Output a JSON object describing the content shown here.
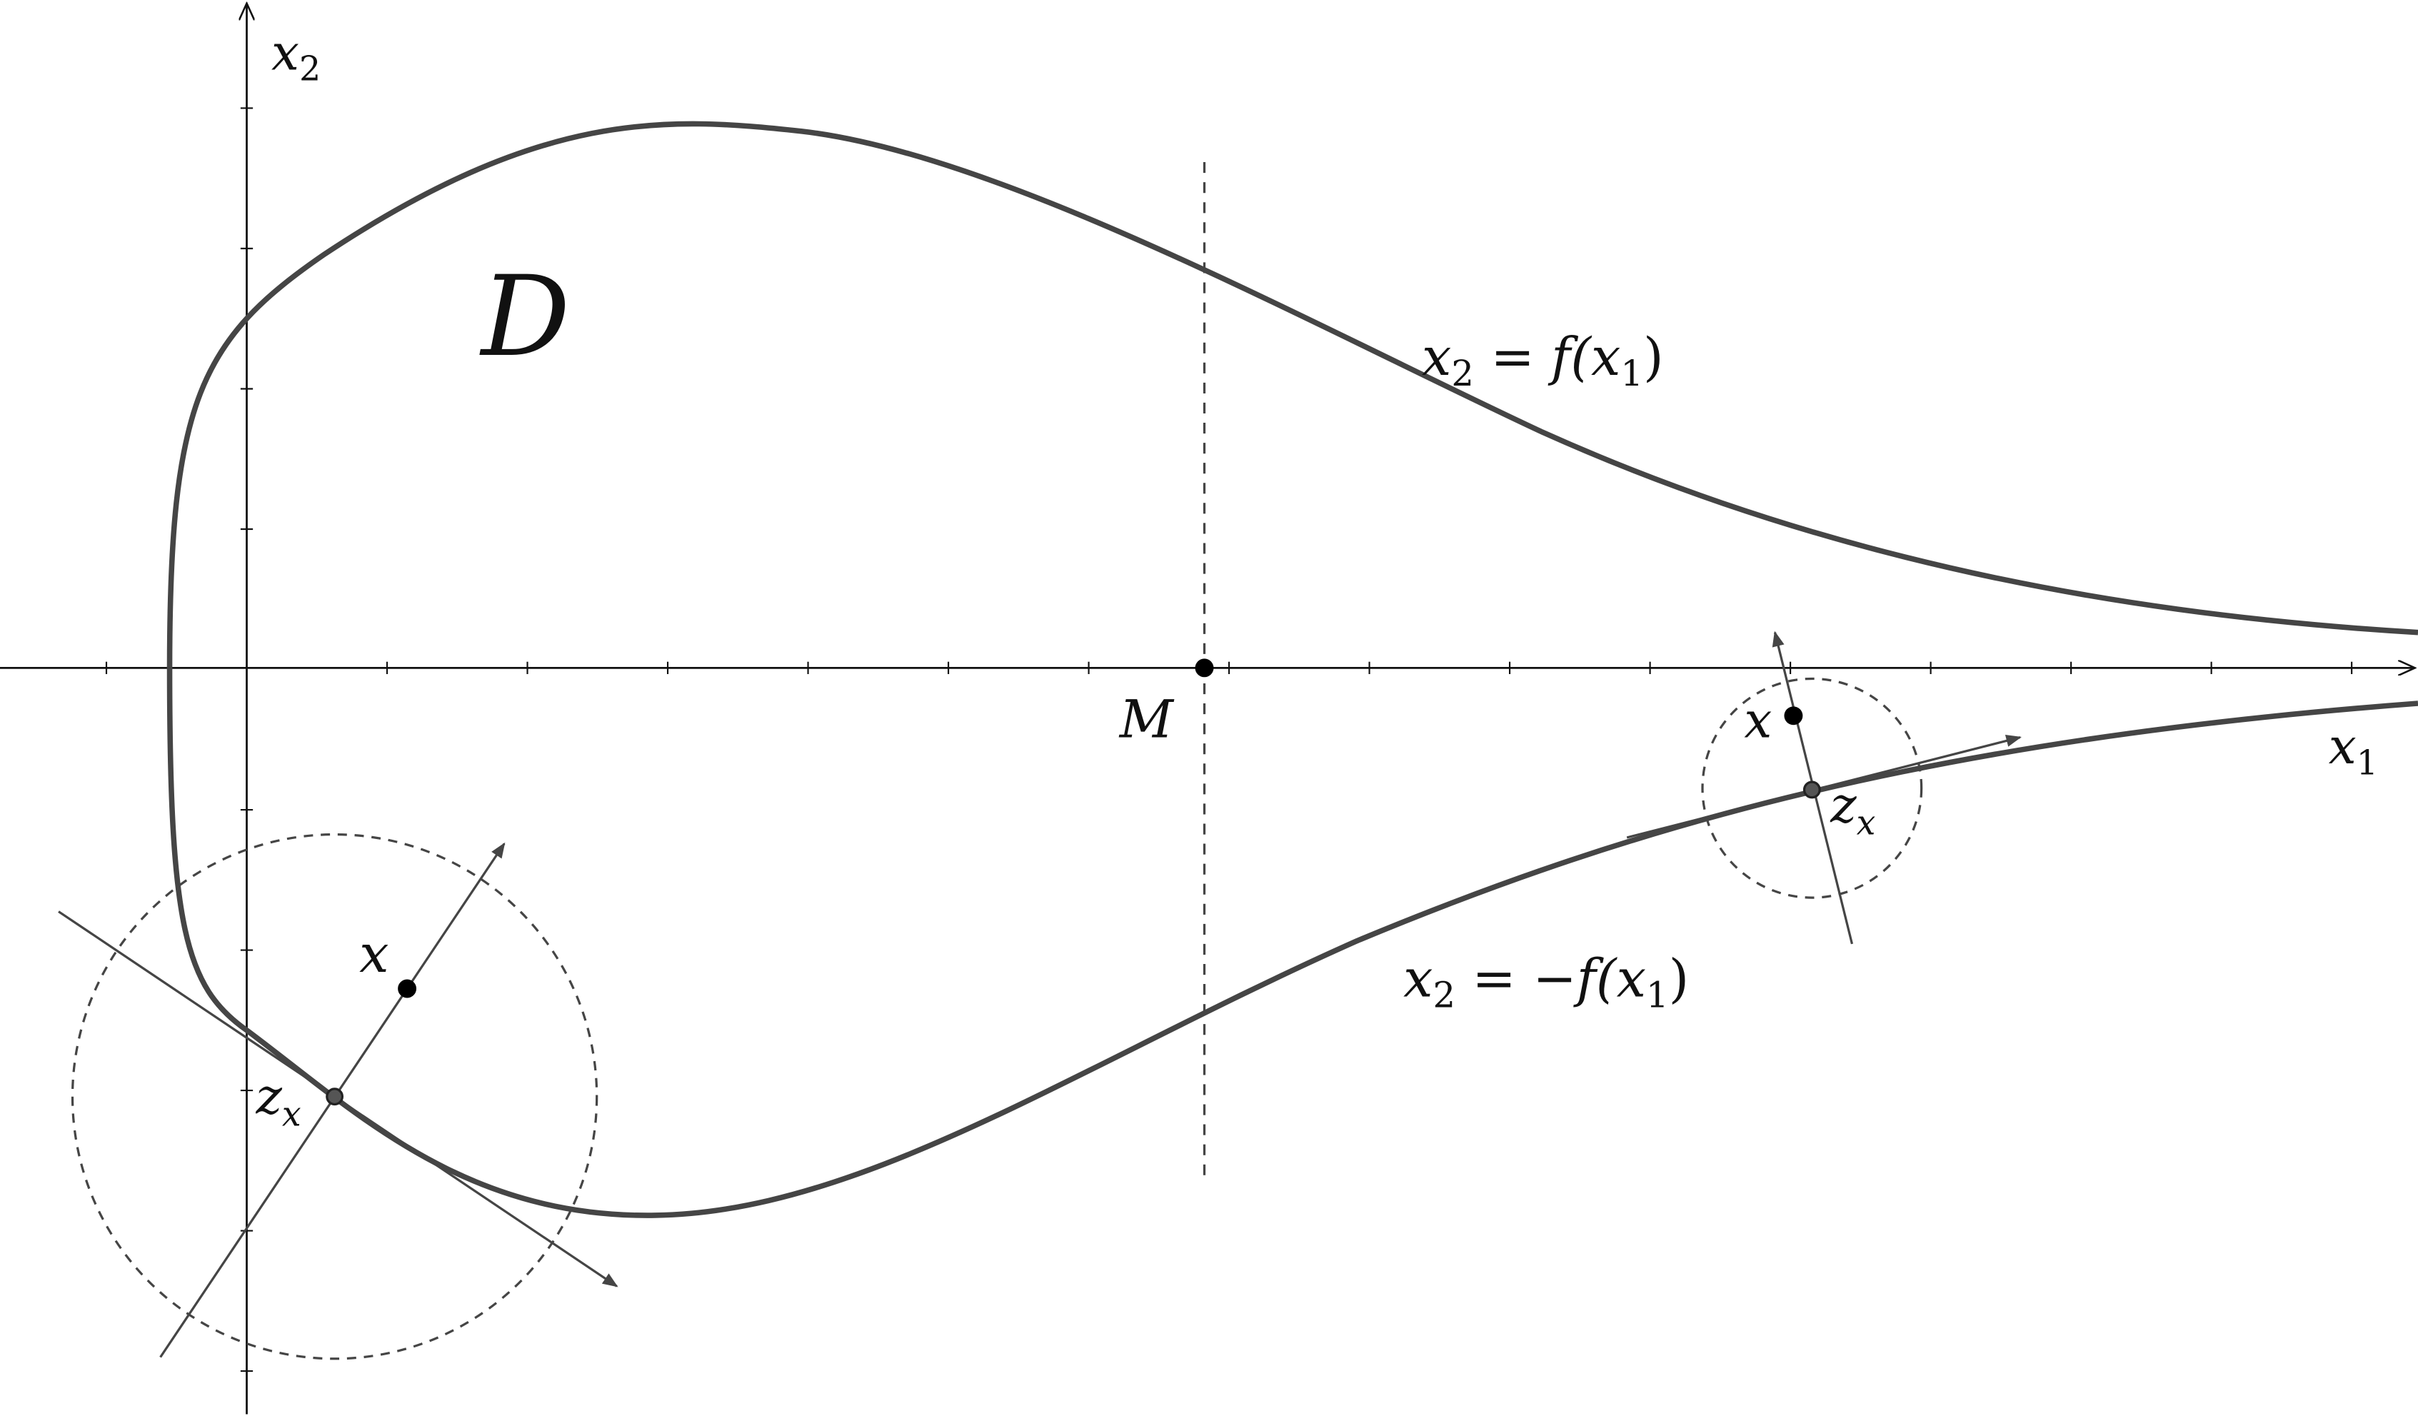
{
  "colors": {
    "curve": "#454545",
    "axis": "#111111",
    "dashed": "#454545",
    "point": "#000000",
    "foot_point": "#555555"
  },
  "axes": {
    "x_label": {
      "main": "x",
      "sub": "1"
    },
    "y_label": {
      "main": "x",
      "sub": "2"
    }
  },
  "region_label": "D",
  "point_M_label": "M",
  "upper_curve_label": {
    "lhs_main": "x",
    "lhs_sub": "2",
    "rhs": " = f(x",
    "rhs_sub": "1",
    "close": ")"
  },
  "lower_curve_label": {
    "lhs_main": "x",
    "lhs_sub": "2",
    "rhs": " = −f(x",
    "rhs_sub": "1",
    "close": ")"
  },
  "large_ball": {
    "x_label": "x",
    "z_main": "z",
    "z_sub": "x"
  },
  "small_ball": {
    "x_label": "x",
    "z_main": "z",
    "z_sub": "x"
  }
}
